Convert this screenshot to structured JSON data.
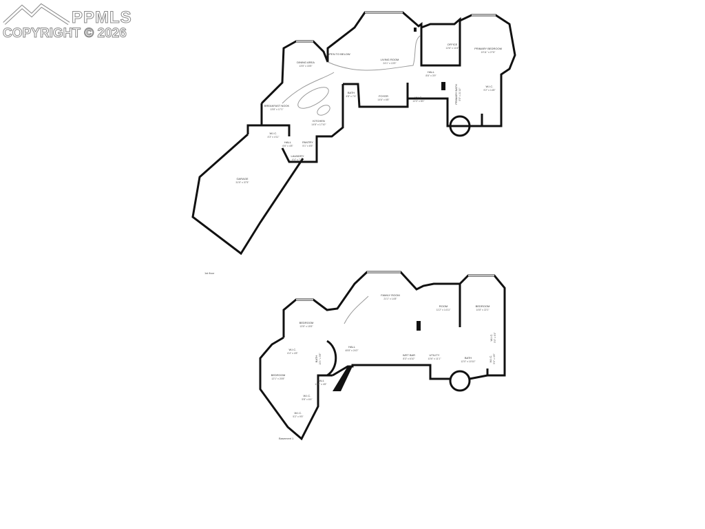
{
  "watermark": {
    "logo": "PPMLS",
    "copyright": "COPYRIGHT © 2026"
  },
  "floors": [
    {
      "name": "1st floor",
      "rooms": [
        {
          "name": "LIVING ROOM",
          "dim": "24'1\" x 13'9\""
        },
        {
          "name": "OFFICE",
          "dim": "12'6\" x 11'8\""
        },
        {
          "name": "PRIMARY BEDROOM",
          "dim": "19'11\" x 27'6\""
        },
        {
          "name": "OPEN TO BELOW",
          "dim": ""
        },
        {
          "name": "DINING AREA",
          "dim": "13'5\" x 15'5\""
        },
        {
          "name": "HALL",
          "dim": "8'6\" x 3'9\""
        },
        {
          "name": "BATH",
          "dim": "4'8\" x 7'4\""
        },
        {
          "name": "FOYER",
          "dim": "14'6\" x 6'8\""
        },
        {
          "name": "W.I.C.",
          "dim": "12'3\" x 8'0\""
        },
        {
          "name": "PRIMARY BATH",
          "dim": "5'5\" x 21'10\""
        },
        {
          "name": "W.I.C.",
          "dim": "9'2\" x 14'8\""
        },
        {
          "name": "BREAKFAST NOOK",
          "dim": "13'8\" x 17'1\""
        },
        {
          "name": "KITCHEN",
          "dim": "14'8\" x 17'10\""
        },
        {
          "name": "W.I.C.",
          "dim": "4'3\" x 4'11\""
        },
        {
          "name": "HALL",
          "dim": "6'6\" x 4'8\""
        },
        {
          "name": "PANTRY",
          "dim": "5'1\" x 6'5\""
        },
        {
          "name": "LAUNDRY",
          "dim": "6'4\" x 7'4\""
        },
        {
          "name": "GARAGE",
          "dim": "31'5\" x 37'5\""
        }
      ]
    },
    {
      "name": "Basement 1",
      "rooms": [
        {
          "name": "FAMILY ROOM",
          "dim": "21'1\" x 14'8\""
        },
        {
          "name": "ROOM",
          "dim": "11'2\" x 14'11\""
        },
        {
          "name": "BEDROOM",
          "dim": "14'8\" x 22'1\""
        },
        {
          "name": "BEDROOM",
          "dim": "13'5\" x 15'5\""
        },
        {
          "name": "HALL",
          "dim": "45'8\" x 24'2\""
        },
        {
          "name": "WET BAR",
          "dim": "8'3\" x 6'10\""
        },
        {
          "name": "UTILITY",
          "dim": "10'6\" x 11'1\""
        },
        {
          "name": "BATH",
          "dim": "12'0\" x 10'10\""
        },
        {
          "name": "W.I.C.",
          "dim": "5'0\" x 6'4\""
        },
        {
          "name": "W.I.C.",
          "dim": "5'0\" x 4'8\""
        },
        {
          "name": "W.I.C.",
          "dim": "6'4\" x 4'8\""
        },
        {
          "name": "BATH",
          "dim": "10'1\" x 5'8\""
        },
        {
          "name": "BEDROOM",
          "dim": "12'1\" x 20'8\""
        },
        {
          "name": "HALL",
          "dim": "13'3\" x 4'8\""
        },
        {
          "name": "W.I.C.",
          "dim": "5'8\" x 6'4\""
        },
        {
          "name": "W.I.C.",
          "dim": "5'2\" x 9'5\""
        }
      ]
    }
  ]
}
